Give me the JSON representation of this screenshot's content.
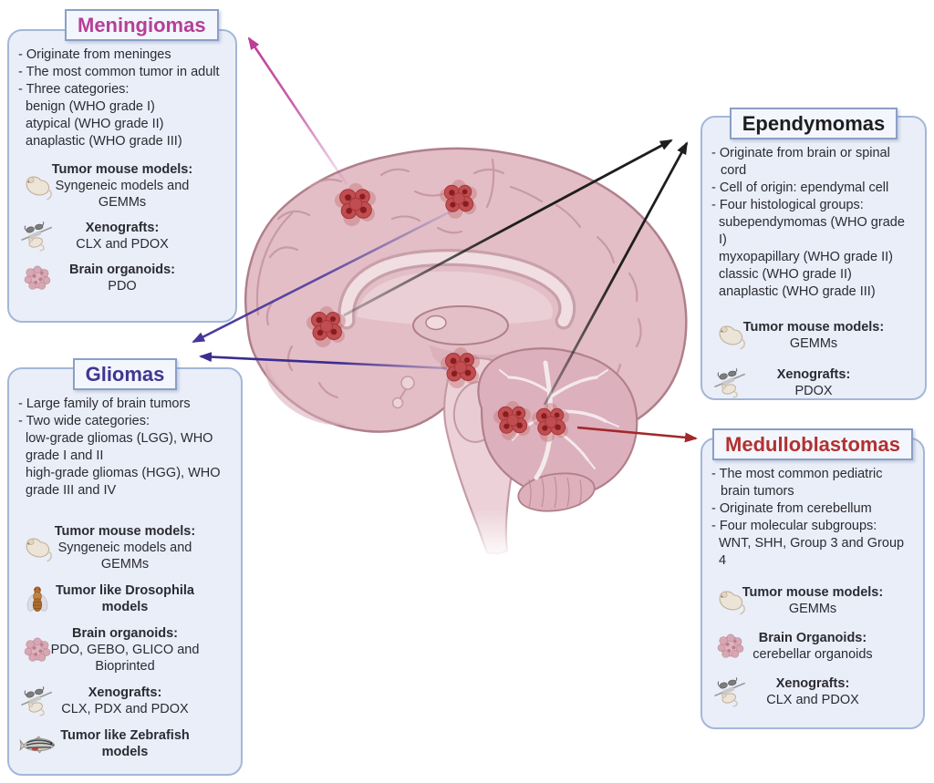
{
  "panels": [
    {
      "id": "meningiomas",
      "title": "Meningiomas",
      "title_color": "#b53f97",
      "bullets": [
        {
          "text": "- Originate from meninges"
        },
        {
          "text": "- The most common tumor in adult"
        },
        {
          "text": "- Three categories:"
        },
        {
          "text": "benign (WHO grade I)",
          "sub": true
        },
        {
          "text": "atypical (WHO grade II)",
          "sub": true
        },
        {
          "text": "anaplastic (WHO grade III)",
          "sub": true
        }
      ],
      "models": [
        {
          "icon": "mouse",
          "label": "Tumor mouse models:",
          "value": "Syngeneic models and GEMMs"
        },
        {
          "icon": "xenograft",
          "label": "Xenografts:",
          "value": "CLX and PDOX"
        },
        {
          "icon": "organoid",
          "label": "Brain organoids:",
          "value": "PDO"
        }
      ]
    },
    {
      "id": "gliomas",
      "title": "Gliomas",
      "title_color": "#41368f",
      "bullets": [
        {
          "text": "- Large family of brain tumors"
        },
        {
          "text": "- Two wide categories:"
        },
        {
          "text": "low-grade gliomas (LGG), WHO grade I and II",
          "sub": true
        },
        {
          "text": "high-grade gliomas (HGG), WHO grade III and IV",
          "sub": true
        }
      ],
      "models": [
        {
          "icon": "mouse",
          "label": "Tumor mouse models:",
          "value": "Syngeneic models and GEMMs"
        },
        {
          "icon": "fly",
          "label": "Tumor like Drosophila models"
        },
        {
          "icon": "organoid",
          "label": "Brain organoids:",
          "value": "PDO, GEBO, GLICO and Bioprinted"
        },
        {
          "icon": "xenograft",
          "label": "Xenografts:",
          "value": "CLX, PDX and PDOX"
        },
        {
          "icon": "zebrafish",
          "label": "Tumor like Zebrafish models"
        }
      ]
    },
    {
      "id": "ependymomas",
      "title": "Ependymomas",
      "title_color": "#1d1d20",
      "bullets": [
        {
          "text": "- Originate from brain or spinal cord"
        },
        {
          "text": "- Cell of origin: ependymal cell"
        },
        {
          "text": "- Four histological groups:"
        },
        {
          "text": "subependymomas (WHO grade I)",
          "sub": true
        },
        {
          "text": "myxopapillary (WHO grade II)",
          "sub": true
        },
        {
          "text": "classic (WHO grade II)",
          "sub": true
        },
        {
          "text": "anaplastic (WHO grade III)",
          "sub": true
        }
      ],
      "models": [
        {
          "icon": "mouse",
          "label": "Tumor mouse models:",
          "value": "GEMMs"
        },
        {
          "icon": "xenograft",
          "label": "Xenografts:",
          "value": "PDOX"
        }
      ]
    },
    {
      "id": "medulloblastomas",
      "title": "Medulloblastomas",
      "title_color": "#b2312f",
      "bullets": [
        {
          "text": "- The most common pediatric brain tumors"
        },
        {
          "text": "- Originate from cerebellum"
        },
        {
          "text": "- Four molecular subgroups:"
        },
        {
          "text": "WNT, SHH, Group 3 and Group 4",
          "sub": true
        }
      ],
      "models": [
        {
          "icon": "mouse",
          "label": "Tumor mouse models:",
          "value": "GEMMs"
        },
        {
          "icon": "organoid",
          "label": "Brain Organoids:",
          "value": "cerebellar organoids"
        },
        {
          "icon": "xenograft",
          "label": "Xenografts:",
          "value": "CLX and PDOX"
        }
      ]
    }
  ],
  "figure": {
    "description": "Sagittal brain illustration with red tumor clusters",
    "tumor_sites": [
      "cortex-left",
      "cortex-middle",
      "deep-frontal",
      "brainstem",
      "cerebellum-left",
      "cerebellum-right"
    ],
    "arrows": [
      {
        "name": "meningiomas-arrow",
        "color": "#bb3d98",
        "from": "cortex-left-tumor",
        "to": "meningiomas-panel"
      },
      {
        "name": "gliomas-arrow-upper",
        "color": "#46369a",
        "from": "cortex-middle-tumor",
        "to": "gliomas-panel"
      },
      {
        "name": "gliomas-arrow-lower",
        "color": "#3b2c90",
        "from": "brainstem-tumor",
        "to": "gliomas-panel"
      },
      {
        "name": "ependymomas-arrow-upper",
        "color": "#1e1e1e",
        "from": "deep-frontal-tumor",
        "to": "ependymomas-panel"
      },
      {
        "name": "ependymomas-arrow-lower",
        "color": "#1e1e1e",
        "from": "cerebellum-tumor",
        "to": "ependymomas-panel"
      },
      {
        "name": "medulloblastomas-arrow",
        "color": "#a2282a",
        "from": "cerebellum-tumor",
        "to": "medulloblastomas-panel"
      }
    ],
    "colors": {
      "panel_fill": "#eaeef8",
      "panel_border": "#a3b7d8",
      "title_box_fill": "#f3f6fd",
      "title_box_border": "#8b9fc6",
      "brain_pink": "#e3bec6",
      "brain_outline": "#b07f8c",
      "tumor_red": "#c04d50",
      "tumor_dark": "#871d20"
    }
  }
}
